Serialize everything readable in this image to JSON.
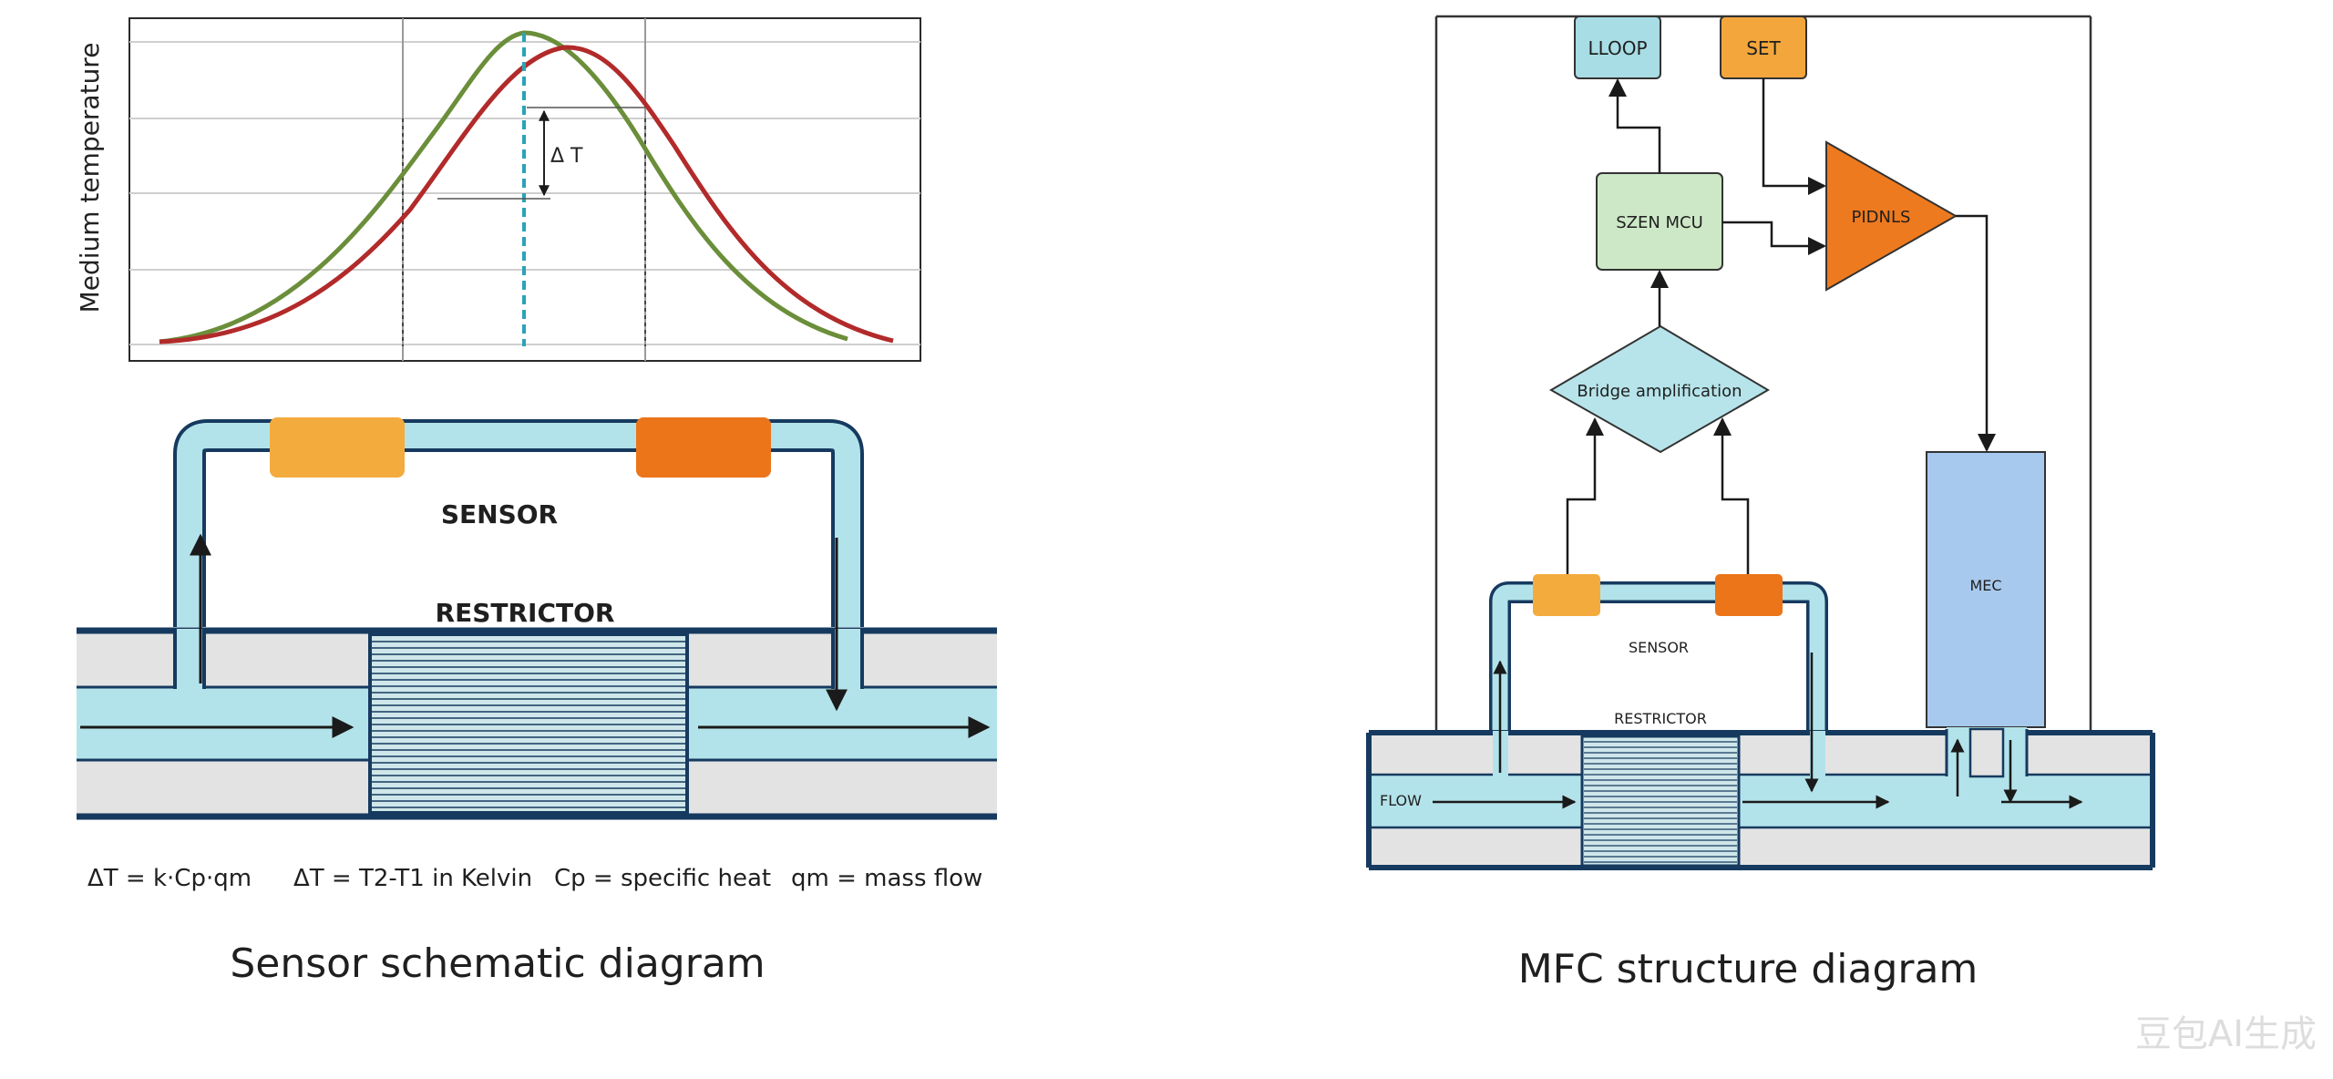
{
  "left_panel": {
    "chart": {
      "ylabel": "Medium temperature",
      "delta_label": "Δ T",
      "colors": {
        "upstream": "#6b8e3a",
        "downstream": "#b22a2a",
        "center": "#2aa3b8"
      }
    },
    "sensor_label": "SENSOR",
    "restrictor_label": "RESTRICTOR",
    "formulas": [
      "ΔT = k·Cp·qm",
      "ΔT = T2-T1 in Kelvin",
      "Cp = specific heat",
      "qm = mass flow"
    ],
    "caption": "Sensor schematic diagram",
    "colors": {
      "heater1": "#f3ab3e",
      "heater2": "#ec7419",
      "tube_fill": "#b3e3ea",
      "pipe_outline": "#163a5f"
    }
  },
  "right_panel": {
    "blocks": {
      "loop": "LLOOP",
      "set": "SET",
      "mcu": "SZEN MCU",
      "pid": "PIDNLS",
      "bridge": "Bridge amplification",
      "mfc": "MEC",
      "sensor": "SENSOR",
      "restrictor": "RESTRICTOR",
      "flow": "FLOW"
    },
    "caption": "MFC structure diagram",
    "colors": {
      "loop": "#a8dde5",
      "set": "#f3a63c",
      "mcu": "#cde8c6",
      "pid": "#ee7a1f",
      "bridge": "#b6e4ea",
      "mfc": "#a8c9ee"
    }
  },
  "watermark": "豆包AI生成"
}
